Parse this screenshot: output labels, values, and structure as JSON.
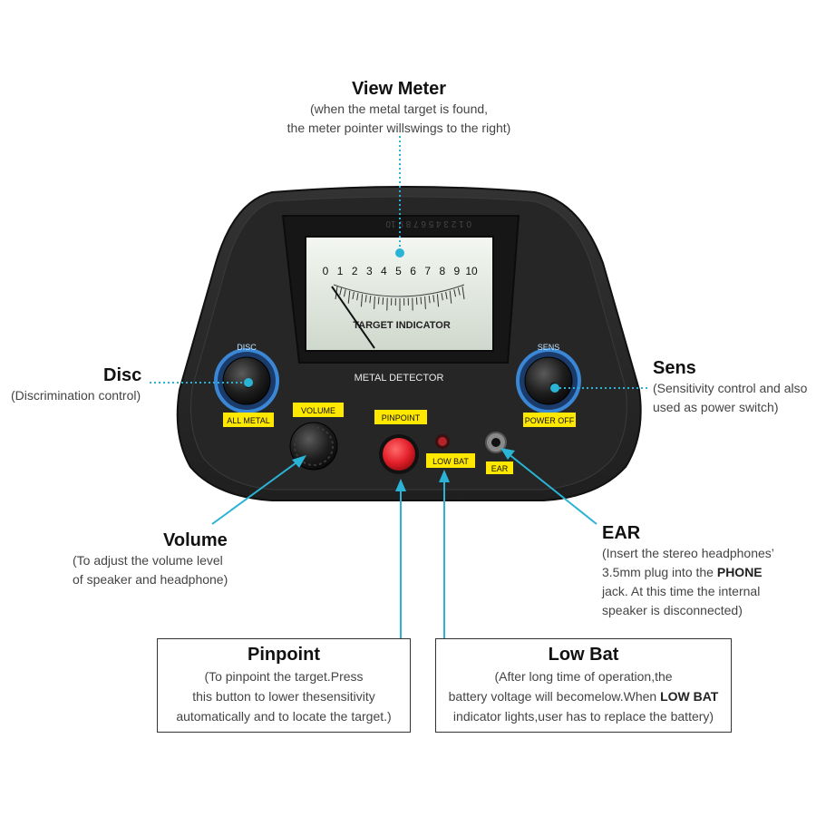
{
  "view_meter": {
    "title": "View Meter",
    "desc": [
      "(when the metal target is found,",
      "the meter pointer willswings to the right)"
    ]
  },
  "disc": {
    "title": "Disc",
    "desc": [
      "(Discrimination control)"
    ]
  },
  "sens": {
    "title": "Sens",
    "desc": [
      "(Sensitivity control and also",
      "used as power switch)"
    ]
  },
  "volume": {
    "title": "Volume",
    "desc": [
      "(To adjust the volume level",
      "of speaker and headphone)"
    ]
  },
  "ear": {
    "title": "EAR",
    "desc_1": "(Insert the stereo headphones’",
    "desc_2_pre": "3.5mm plug into the ",
    "desc_2_bold": "PHONE",
    "desc_3": "jack. At this time the internal",
    "desc_4": "speaker is disconnected)"
  },
  "pinpoint": {
    "title": "Pinpoint",
    "desc": [
      "(To pinpoint the target.Press",
      "this button to lower thesensitivity",
      "automatically and to locate the target.)"
    ]
  },
  "low_bat": {
    "title": "Low Bat",
    "desc_1": "(After long time of operation,the",
    "desc_2_pre": "battery voltage will becomelow.When ",
    "desc_2_bold": "LOW BAT",
    "desc_3": "indicator lights,user has to replace the battery)"
  },
  "device": {
    "meter_scale": [
      "0",
      "1",
      "2",
      "3",
      "4",
      "5",
      "6",
      "7",
      "8",
      "9",
      "10"
    ],
    "meter_caption": "TARGET INDICATOR",
    "panel_title": "METAL DETECTOR",
    "disc_knob_label": "DISC",
    "sens_knob_label": "SENS",
    "all_metal_tag": "ALL METAL",
    "power_off_tag": "POWER OFF",
    "volume_tag": "VOLUME",
    "pinpoint_tag": "PINPOINT",
    "low_bat_tag": "LOW BAT",
    "ear_tag": "EAR"
  },
  "colors": {
    "callout": "#2ab3d4",
    "tag_yellow": "#ffe800",
    "body": "#2b2b2b",
    "pinpoint_button": "#e3202a"
  }
}
